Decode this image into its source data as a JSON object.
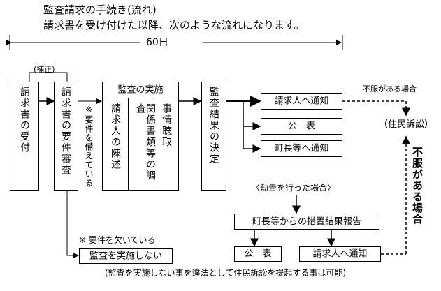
{
  "header": {
    "title": "監査請求の手続き(流れ)",
    "subtitle": "請求書を受け付けた以降、次のような流れになります。"
  },
  "timeline": {
    "label": "60日"
  },
  "boxes": {
    "receipt": "請求書の受付",
    "review": "請求書の要件審査",
    "audit_header": "監査の実施",
    "audit_statement": "請求人の陳述",
    "audit_documents": "関係書類等の調査",
    "audit_hearing": "事情聴取",
    "decision": "監査結果の決定",
    "notify_claimant": "請求人へ通知",
    "publish": "公　表",
    "notify_mayor": "町長等へ通知",
    "measures_report": "町長等からの措置結果報告",
    "publish2": "公　表",
    "notify_claimant2": "請求人へ通知",
    "no_audit": "監査を実施しない"
  },
  "labels": {
    "correction": "(補正)",
    "requirements_met": "※要件を備えている",
    "requirements_missing": "※ 要件を欠いている",
    "if_objection": "不服がある場合",
    "lawsuit": "（住民訴訟）",
    "if_objection_vertical": "不服がある場合",
    "recommendation": "〈勧告を行った場合〉",
    "footnote": "(監査を実施しない事を違法として住民訴訟を提起する事は可能)"
  }
}
